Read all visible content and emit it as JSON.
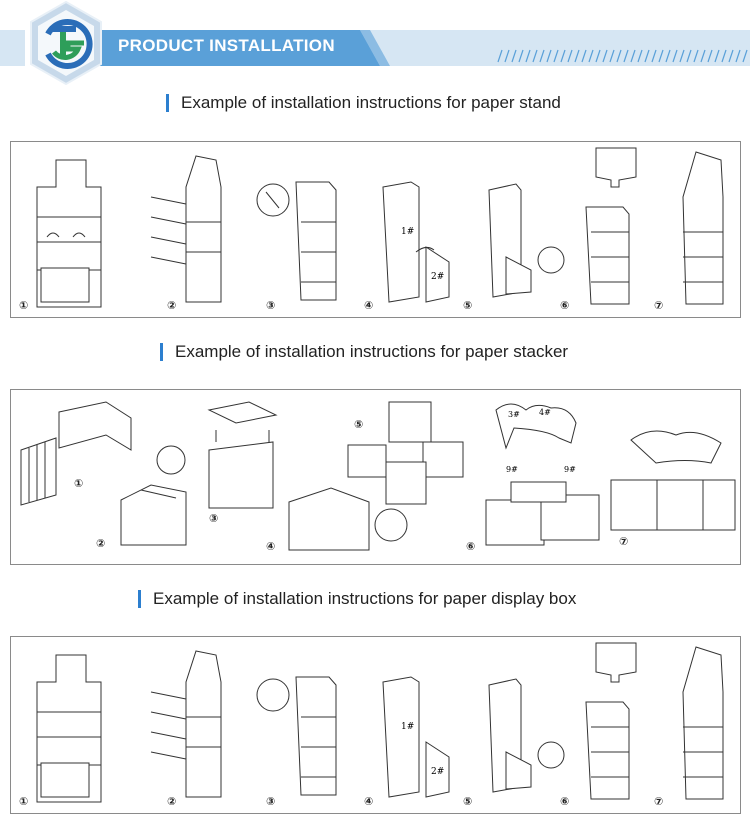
{
  "header": {
    "title": "PRODUCT INSTALLATION",
    "accent_color": "#5aa0d8",
    "logo_colors": [
      "#2a6db8",
      "#2e9e5a"
    ]
  },
  "sections": [
    {
      "heading": "Example of installation instructions for paper stand",
      "steps": [
        "①",
        "②",
        "③",
        "④",
        "⑤",
        "⑥",
        "⑦"
      ],
      "labels": {
        "part1": "1#",
        "part2": "2#"
      }
    },
    {
      "heading": "Example of installation instructions for paper stacker",
      "steps": [
        "①",
        "②",
        "③",
        "④",
        "⑤",
        "⑥",
        "⑦"
      ],
      "labels": {
        "part3": "3#",
        "part4": "4#",
        "part9a": "9#",
        "part9b": "9#"
      }
    },
    {
      "heading": "Example of installation instructions for paper display box",
      "steps": [
        "①",
        "②",
        "③",
        "④",
        "⑤",
        "⑥",
        "⑦"
      ],
      "labels": {
        "part1": "1#",
        "part2": "2#"
      }
    }
  ]
}
